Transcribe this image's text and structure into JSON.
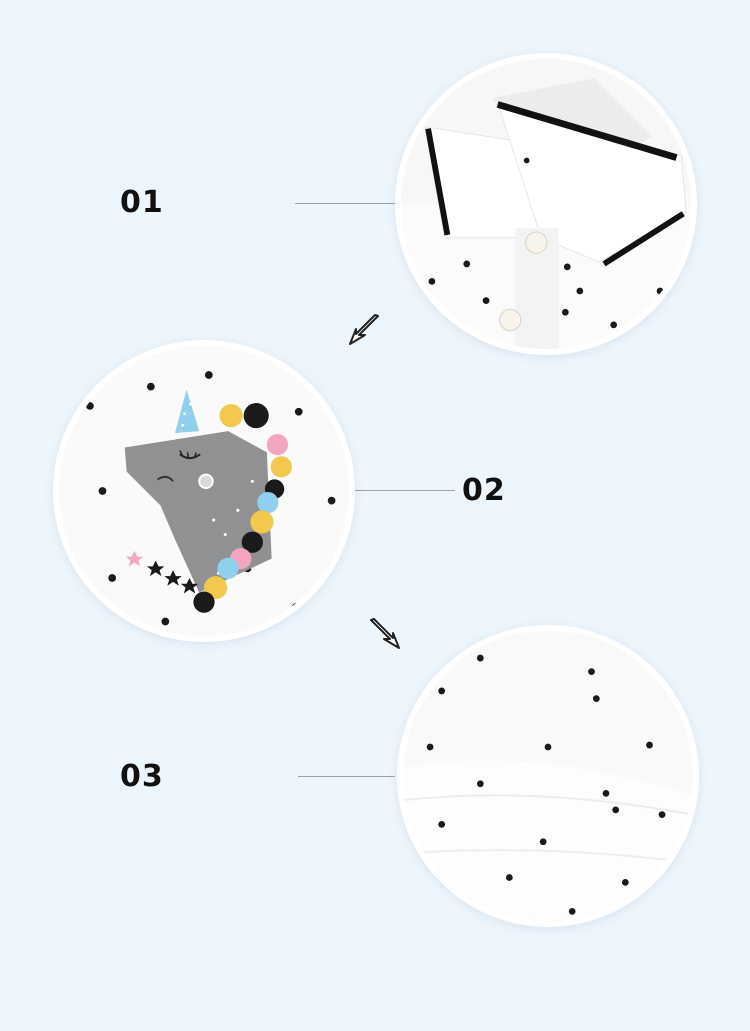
{
  "details": [
    {
      "number": "01",
      "subject": "collar"
    },
    {
      "number": "02",
      "subject": "unicorn-print"
    },
    {
      "number": "03",
      "subject": "sleeve"
    }
  ],
  "colors": {
    "background": "#eef6fd",
    "fabric": "#fbfbfb",
    "dot": "#1a1a1a",
    "unicorn_body": "#8f9193",
    "horn": "#8fd0ef",
    "mane_yellow": "#f2c94c",
    "mane_pink": "#f4a6c0",
    "mane_blue": "#8fd0ef"
  }
}
